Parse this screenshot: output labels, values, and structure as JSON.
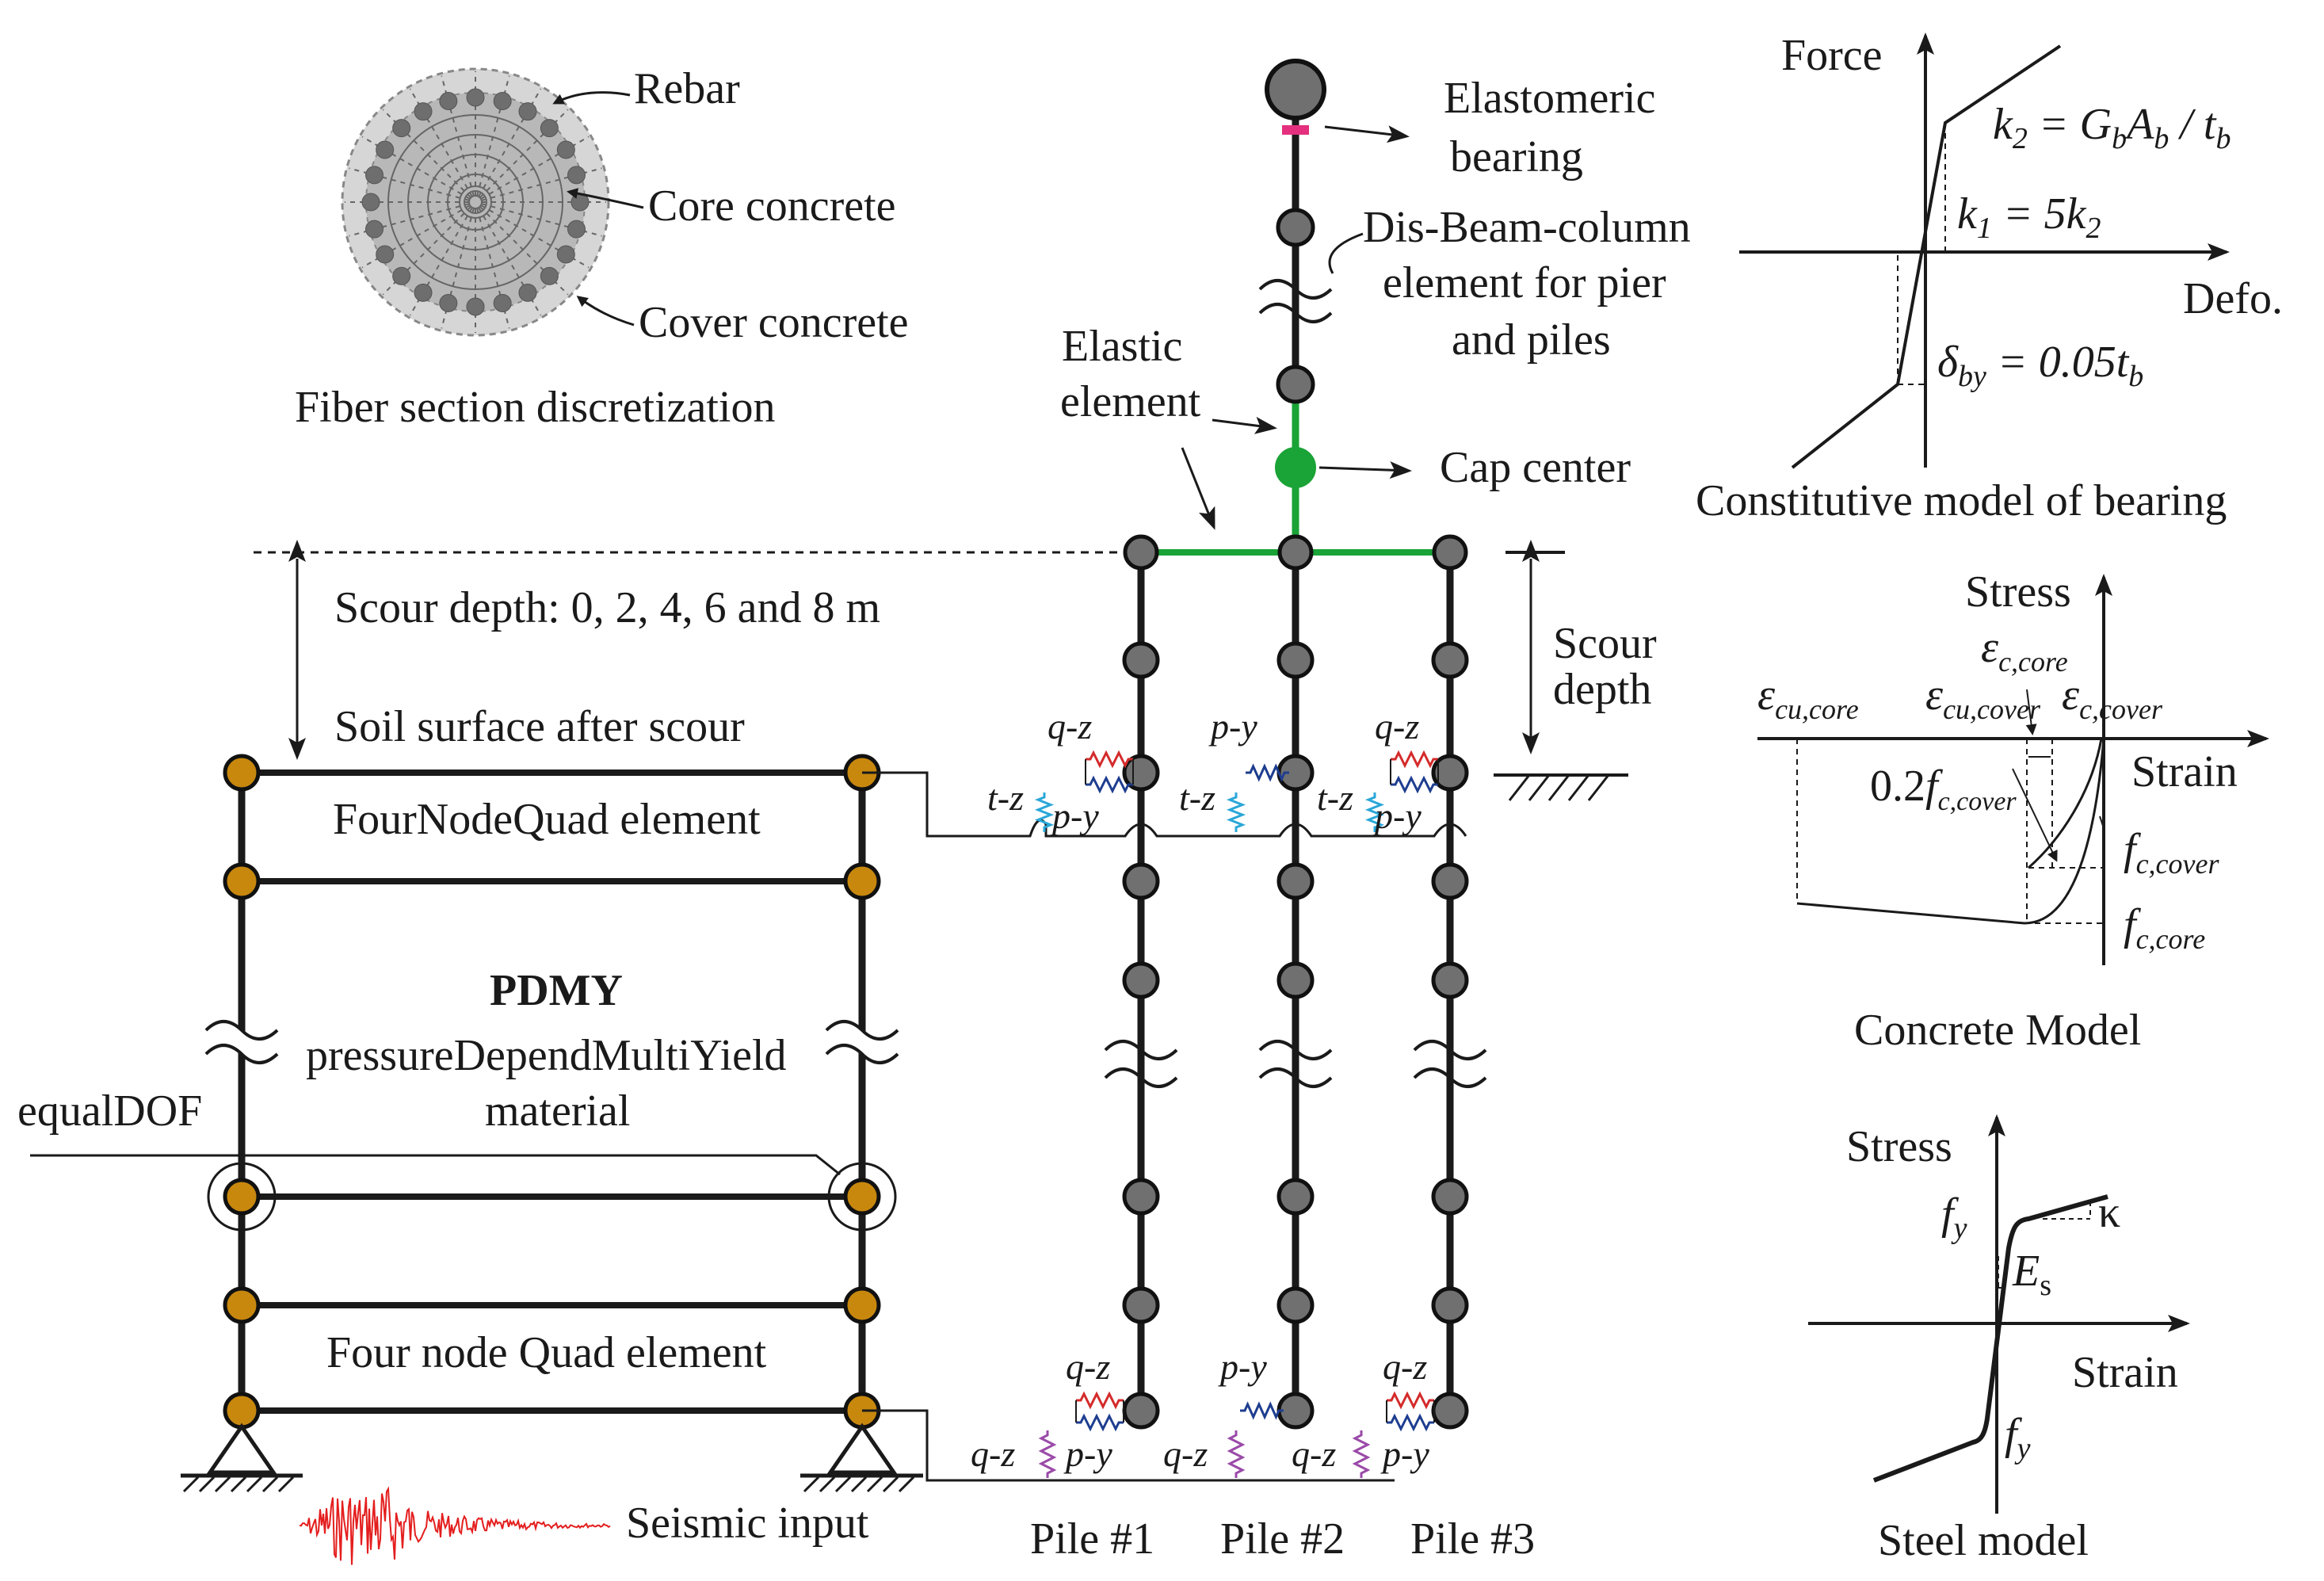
{
  "fiber_section": {
    "title": "Fiber section discretization",
    "labels": [
      "Rebar",
      "Core concrete",
      "Cover concrete"
    ]
  },
  "pier": {
    "bearing_label": [
      "Elastomeric",
      "bearing"
    ],
    "beam_column_label": [
      "Dis-Beam-column",
      "element for pier",
      "and piles"
    ],
    "elastic_label": [
      "Elastic",
      "element"
    ],
    "cap_label": "Cap center"
  },
  "scour": {
    "depth_text": "Scour depth: 0,  2, 4, 6 and 8 m",
    "surface_text": "Soil surface after scour",
    "right_label": [
      "Scour",
      "depth"
    ]
  },
  "soil_column": {
    "top_element": "FourNodeQuad element",
    "material_title": "PDMY",
    "material_name": [
      "pressureDependMultiYield",
      "material"
    ],
    "equaldof": "equalDOF",
    "bottom_element": "Four node Quad element",
    "seismic": "Seismic input"
  },
  "springs": {
    "qz": "q-z",
    "py": "p-y",
    "tz": "t-z"
  },
  "piles": [
    "Pile #1",
    "Pile #2",
    "Pile #3"
  ],
  "bearing_model": {
    "title": "Constitutive model of bearing",
    "yaxis": "Force",
    "xaxis": "Defo.",
    "k2": "k",
    "k2_sub": "2",
    "k2_rhs": " = G",
    "k2_b1": "b",
    "k2_A": "A",
    "k2_b2": "b",
    "k2_t": " / t",
    "k2_b3": "b",
    "k1": "k",
    "k1_sub": "1",
    "k1_rhs": " = 5k",
    "k1_rhs_sub": "2",
    "delta": "δ",
    "delta_sub": "by",
    "delta_rhs": " = 0.05t",
    "delta_rhs_sub": "b"
  },
  "concrete_model": {
    "title": "Concrete Model",
    "yaxis": "Stress",
    "xaxis": "Strain",
    "eps": "ε",
    "s_cu_core": "cu,core",
    "s_cu_cover": "cu,cover",
    "s_c_cover": "c,cover",
    "s_c_core": "c,core",
    "f": "f",
    "point2": "0.2",
    "f_cover_sub": "c,cover",
    "f_core_sub": "c,core"
  },
  "steel_model": {
    "title": "Steel model",
    "yaxis": "Stress",
    "xaxis": "Strain",
    "fy": "f",
    "fy_sub": "y",
    "es": "E",
    "es_sub": "s",
    "kappa": "κ"
  },
  "colors": {
    "node_gray": "#707070",
    "soil_node": "#C8880E",
    "green": "#1aa336",
    "red": "#e41e1e",
    "blue_spring": "#1d3d8f",
    "red_spring": "#d42a2a",
    "cyan_spring": "#2aa7d8",
    "purple_spring": "#9a4aa8",
    "magenta": "#e4307e"
  }
}
